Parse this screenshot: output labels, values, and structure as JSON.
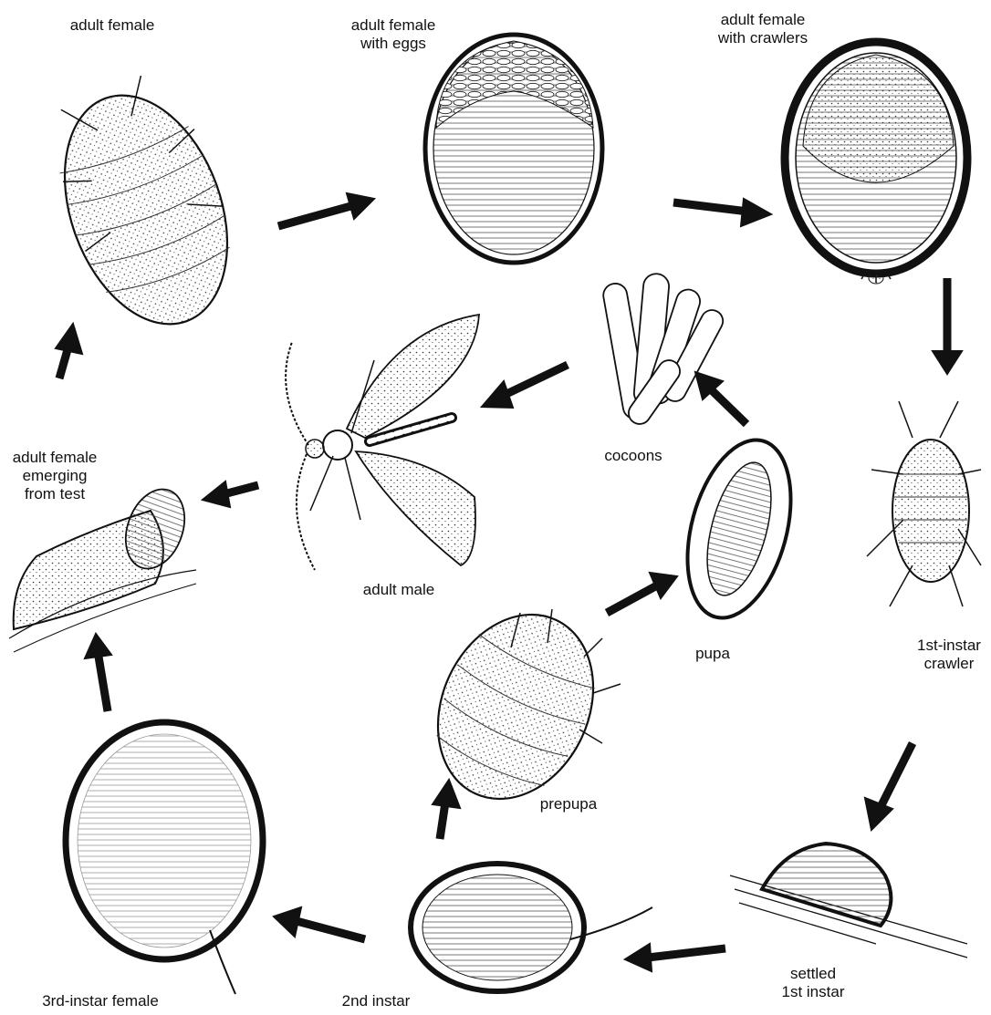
{
  "labels": {
    "adult_female": "adult female",
    "adult_female_eggs_1": "adult female",
    "adult_female_eggs_2": "with eggs",
    "adult_female_crawlers_1": "adult female",
    "adult_female_crawlers_2": "with crawlers",
    "emerging_1": "adult female",
    "emerging_2": "emerging",
    "emerging_3": "from test",
    "cocoons": "cocoons",
    "adult_male": "adult male",
    "pupa": "pupa",
    "first_instar_1": "1st-instar",
    "first_instar_2": "crawler",
    "prepupa": "prepupa",
    "settled_1": "settled",
    "settled_2": "1st instar",
    "second_instar": "2nd instar",
    "third_instar": "3rd-instar female"
  },
  "colors": {
    "ink": "#111111",
    "paper": "#ffffff"
  }
}
